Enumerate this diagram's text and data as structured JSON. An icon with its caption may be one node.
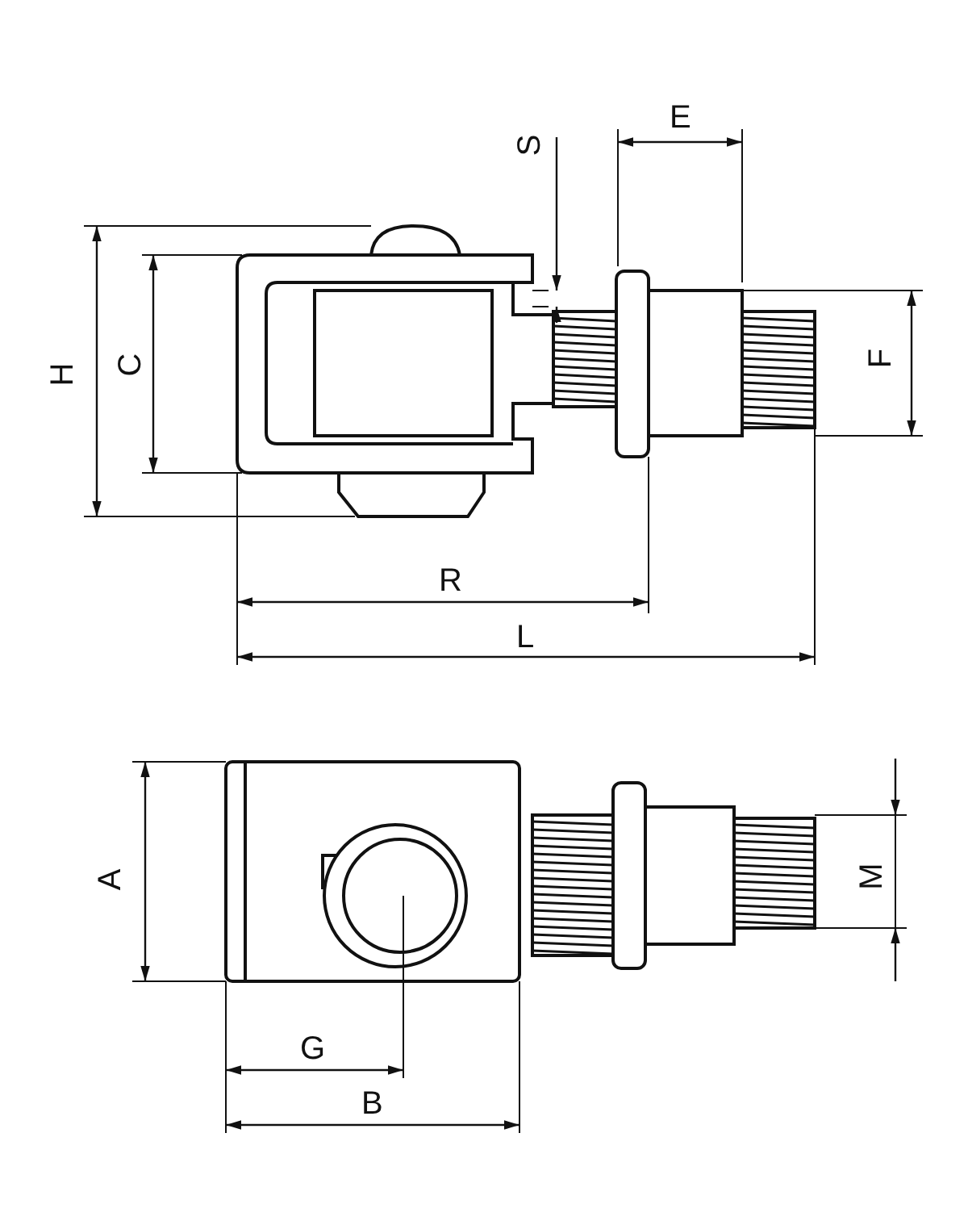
{
  "diagram": {
    "labels": [
      "S",
      "E",
      "H",
      "C",
      "F",
      "R",
      "L",
      "A",
      "M",
      "G",
      "B"
    ]
  }
}
